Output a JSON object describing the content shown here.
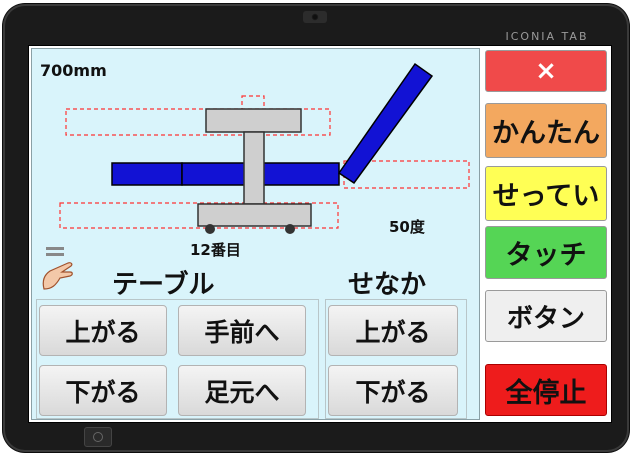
{
  "device": {
    "brand": "ICONIA TAB"
  },
  "status": {
    "height": "700mm",
    "table_index": "12番目",
    "back_angle": "50度"
  },
  "table_section": {
    "title": "テーブル",
    "up_label": "上がる",
    "toward_label": "手前へ",
    "down_label": "下がる",
    "feet_label": "足元へ"
  },
  "back_section": {
    "title": "せなか",
    "up_label": "上がる",
    "down_label": "下がる"
  },
  "sidebar": {
    "close_label": "×",
    "easy_label": "かんたん",
    "settings_label": "せってい",
    "touch_label": "タッチ",
    "button_label": "ボタン",
    "stop_all_label": "全停止"
  },
  "colors": {
    "close": "#f04a4a",
    "easy": "#f3a85f",
    "settings": "#ffff55",
    "touch": "#55d555",
    "button": "#efefef",
    "stop_all": "#ee1c1c",
    "bed": "#1212d4",
    "outline_dashed": "#ff3333"
  },
  "icons": [
    "hand-touch-icon",
    "close-icon"
  ]
}
